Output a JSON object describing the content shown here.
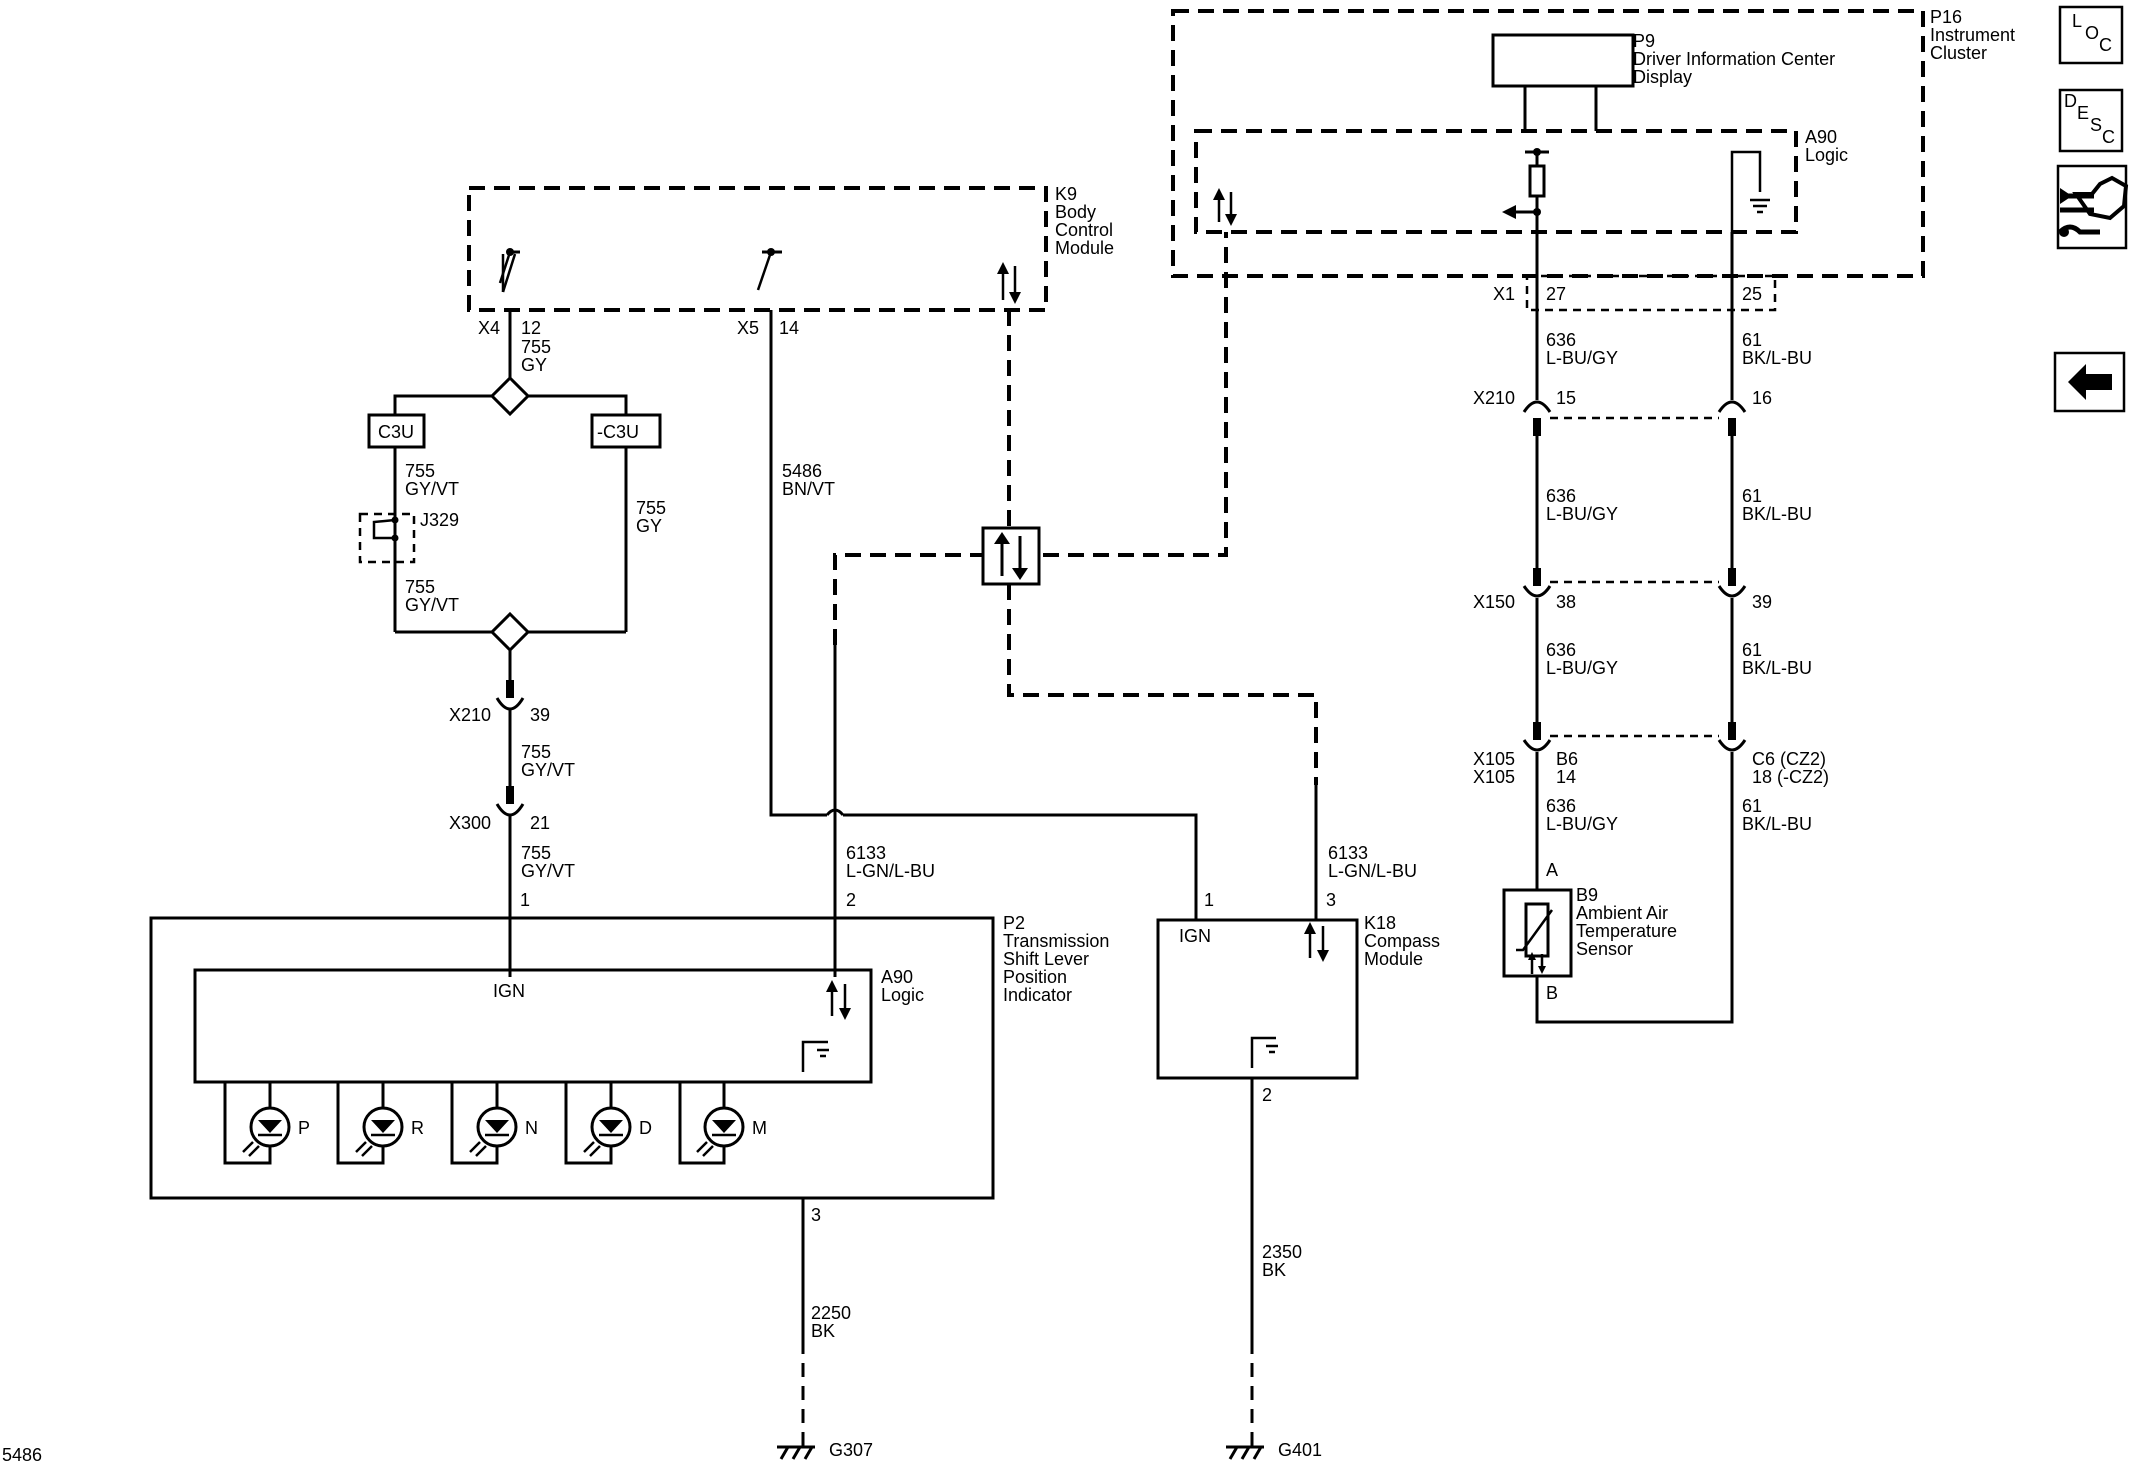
{
  "figure_id": "5486",
  "nav": {
    "loc_letters": [
      "L",
      "O",
      "C"
    ],
    "desc_letters": [
      "D",
      "E",
      "S",
      "C"
    ]
  },
  "modules": {
    "k9": {
      "ref": "K9",
      "lines": [
        "Body",
        "Control",
        "Module"
      ]
    },
    "p16": {
      "ref": "P16",
      "lines": [
        "Instrument",
        "Cluster"
      ]
    },
    "p9": {
      "ref": "P9",
      "lines": [
        "Driver Information Center",
        "Display"
      ]
    },
    "a90_p16": {
      "ref": "A90",
      "lines": [
        "Logic"
      ]
    },
    "p2": {
      "ref": "P2",
      "lines": [
        "Transmission",
        "Shift Lever",
        "Position",
        "Indicator"
      ]
    },
    "a90_p2": {
      "ref": "A90",
      "lines": [
        "Logic"
      ]
    },
    "k18": {
      "ref": "K18",
      "lines": [
        "Compass",
        "Module"
      ]
    },
    "b9": {
      "ref": "B9",
      "lines": [
        "Ambient Air",
        "Temperature",
        "Sensor"
      ]
    },
    "j329": {
      "ref": "J329"
    }
  },
  "options": {
    "c3u": "C3U",
    "not_c3u": "-C3U"
  },
  "ign": "IGN",
  "leds": [
    "P",
    "R",
    "N",
    "D",
    "M"
  ],
  "grounds": {
    "g307": "G307",
    "g401": "G401"
  },
  "connectors": {
    "x4": "X4",
    "x4_pin": "12",
    "x5": "X5",
    "x5_pin": "14",
    "x1": "X1",
    "x1_pin_a": "27",
    "x1_pin_b": "25",
    "x210_left": "X210",
    "x210_left_pin": "39",
    "x300": "X300",
    "x300_pin": "21",
    "x210_right": "X210",
    "x210_right_pin_a": "15",
    "x210_right_pin_b": "16",
    "x150": "X150",
    "x150_pin_a": "38",
    "x150_pin_b": "39",
    "x105_a": "X105",
    "x105_b": "X105",
    "x105_pin_a": "B6",
    "x105_pin_b": "14",
    "c6_a": "C6 (CZ2)",
    "c6_b": "18 (-CZ2)",
    "p2_pin1": "1",
    "p2_pin2": "2",
    "p2_pin3": "3",
    "k18_pin1": "1",
    "k18_pin3": "3",
    "k18_pin2": "2",
    "b9_pin_a": "A",
    "b9_pin_b": "B"
  },
  "wires": {
    "w755_gy": [
      "755",
      "GY"
    ],
    "w755_gyvt_a": [
      "755",
      "GY/VT"
    ],
    "w755_gyvt_b": [
      "755",
      "GY/VT"
    ],
    "w755_gy_right": [
      "755",
      "GY"
    ],
    "w755_gyvt_c": [
      "755",
      "GY/VT"
    ],
    "w755_gyvt_d": [
      "755",
      "GY/VT"
    ],
    "w5486": [
      "5486",
      "BN/VT"
    ],
    "w6133_a": [
      "6133",
      "L-GN/L-BU"
    ],
    "w6133_b": [
      "6133",
      "L-GN/L-BU"
    ],
    "w636_a": [
      "636",
      "L-BU/GY"
    ],
    "w636_b": [
      "636",
      "L-BU/GY"
    ],
    "w636_c": [
      "636",
      "L-BU/GY"
    ],
    "w636_d": [
      "636",
      "L-BU/GY"
    ],
    "w61_a": [
      "61",
      "BK/L-BU"
    ],
    "w61_b": [
      "61",
      "BK/L-BU"
    ],
    "w61_c": [
      "61",
      "BK/L-BU"
    ],
    "w61_d": [
      "61",
      "BK/L-BU"
    ],
    "w2250": [
      "2250",
      "BK"
    ],
    "w2350": [
      "2350",
      "BK"
    ]
  }
}
